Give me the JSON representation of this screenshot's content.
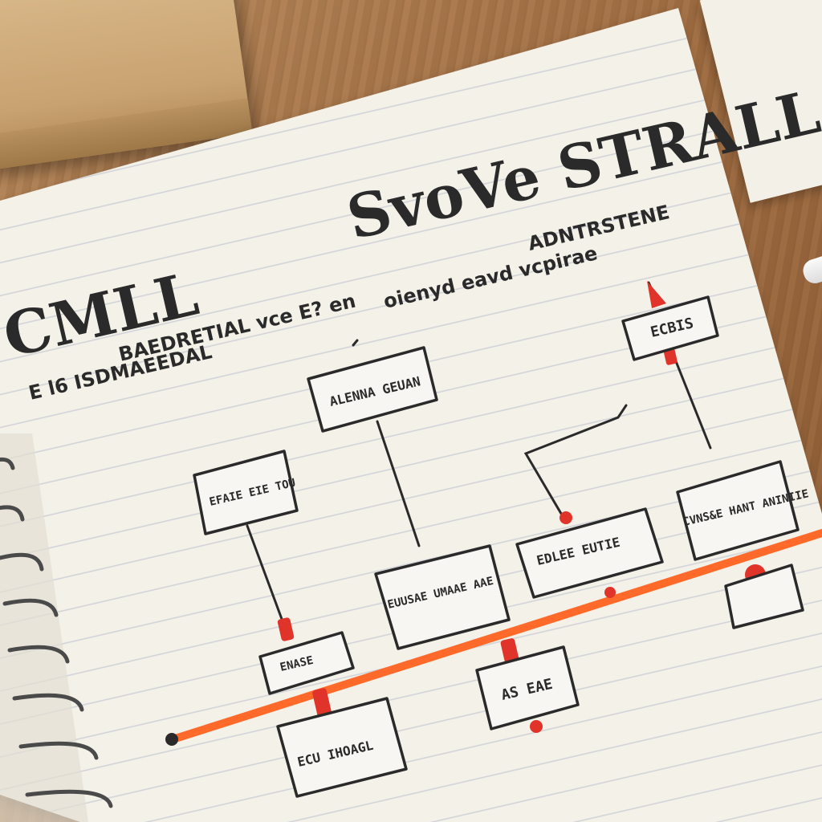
{
  "image": {
    "description_labels": {
      "title_line1": "SvoVe STRALL",
      "title_line2": "CMLL",
      "subtitle_top": "ADNTRSTENE",
      "subtitle_mid": "oienyd eavd vcpirae",
      "subtitle_row": "BAEDRETIAL vce E? en",
      "sub_line": "E l6 ISDMAEEDAL",
      "box_top": "ECBIS",
      "box_upper_mid": "ALENNA GEUAN",
      "box_left": "EFAIE EIE TOU",
      "box_center": "EUUSAE UMAAE AAE",
      "box_mid_right": "EDLEE EUTIE",
      "box_right": "CVNS&E HANT ANINIIE",
      "box_bottom_left_small": "ENASE",
      "box_bottom_left": "ECU IHOAGL",
      "box_bottom_center": "AS EAE"
    }
  },
  "colors": {
    "paper": "#f4f1e8",
    "rule_line": "#c9ccd3",
    "ink": "#2a2a2a",
    "accent_line": "#ff6a2a",
    "marker_red": "#e0342a"
  }
}
